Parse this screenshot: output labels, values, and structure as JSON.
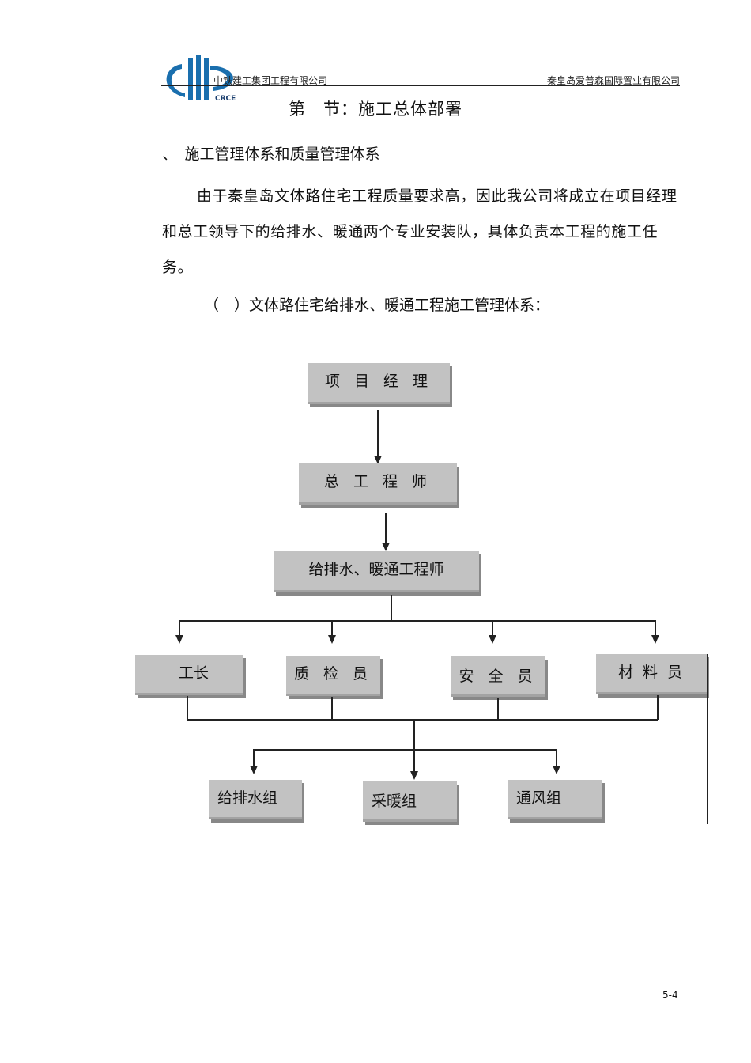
{
  "header": {
    "left": "中铁建工集团工程有限公司",
    "right": "秦皇岛爱普森国际置业有限公司",
    "logo_text": "CRCE"
  },
  "title": "第　节：施工总体部署",
  "section_heading": "、　施工管理体系和质量管理体系",
  "paragraph": "由于秦皇岛文体路住宅工程质量要求高，因此我公司将成立在项目经理和总工领导下的给排水、暖通两个专业安装队，具体负责本工程的施工任务。",
  "caption": "（　）文体路住宅给排水、暖通工程施工管理体系：",
  "org_chart": {
    "level1": "项 目 经 理",
    "level2": "总 工 程 师",
    "level3": "给排水、暖通工程师",
    "level4": [
      "工长",
      "质 检 员",
      "安 全 员",
      "材  料  员"
    ],
    "level5": [
      "给排水组",
      "采暖组",
      "通风组"
    ]
  },
  "page_number": "5-4"
}
